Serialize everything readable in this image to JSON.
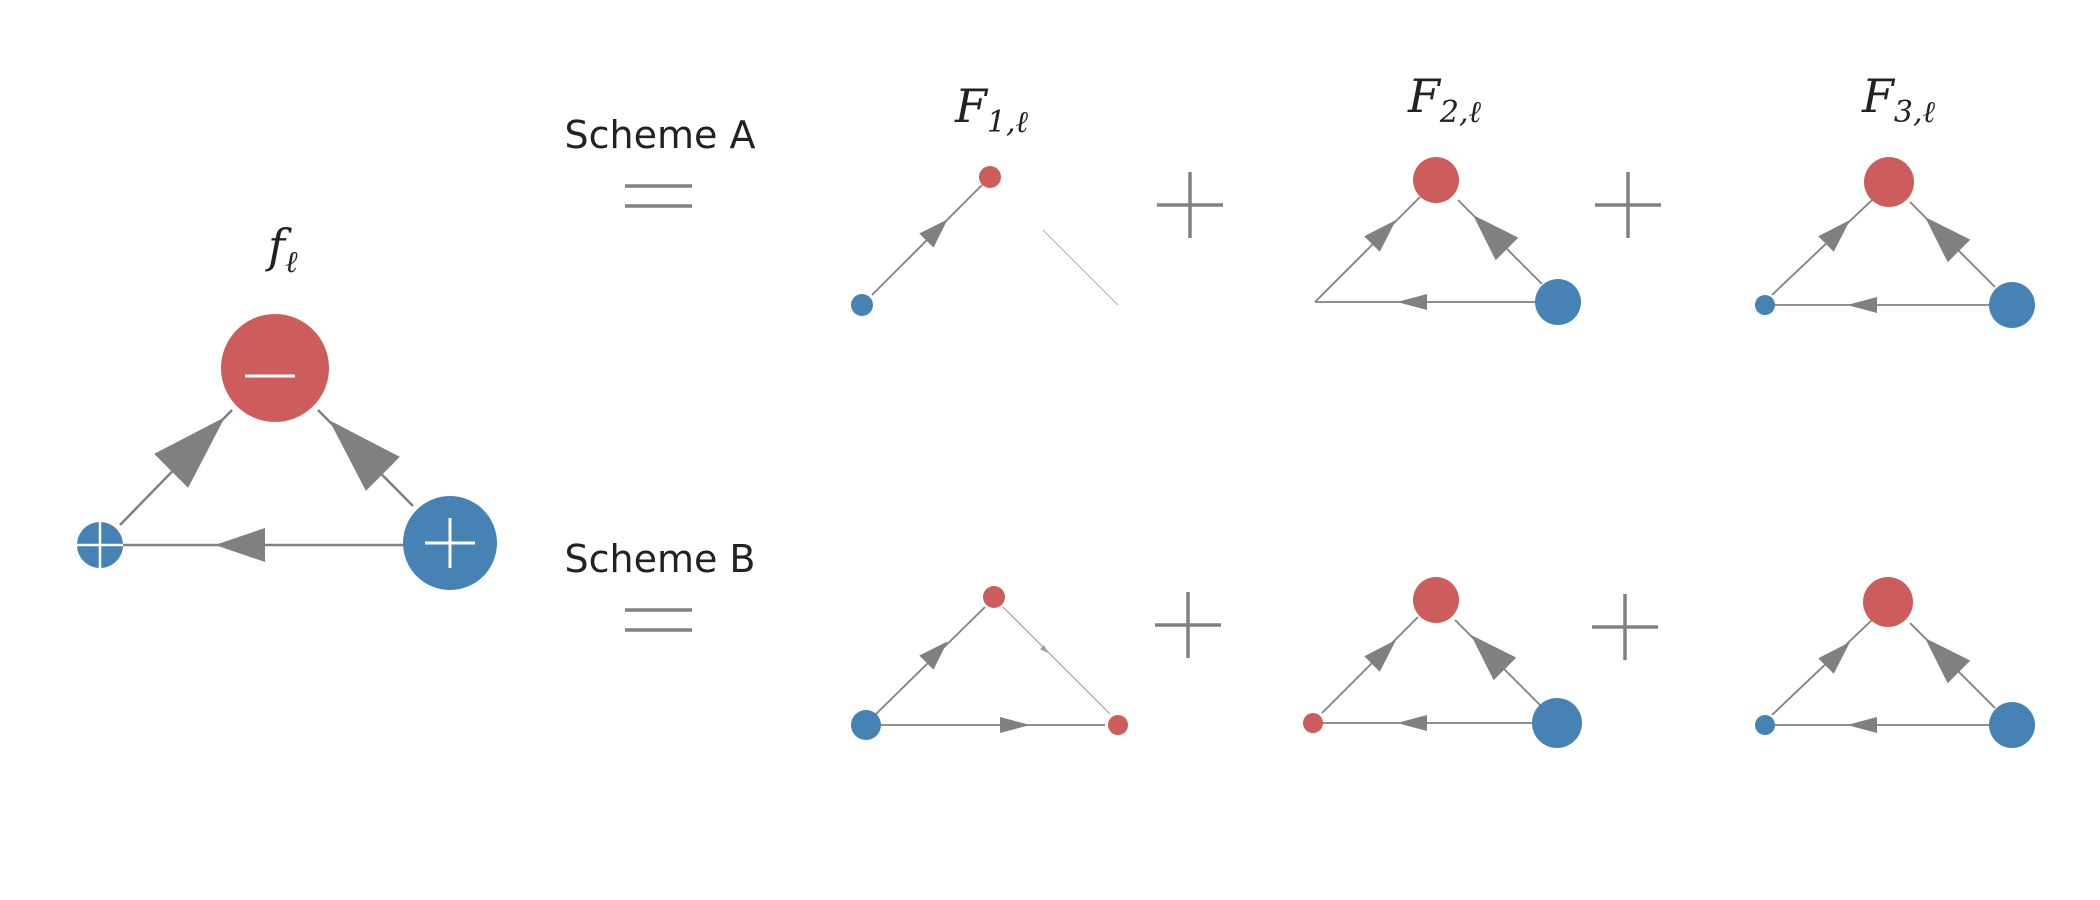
{
  "colors": {
    "red": "#cd5c5c",
    "blue": "#4682b4",
    "gray": "#808080",
    "text": "#222222"
  },
  "labels": {
    "f_main": {
      "base": "f",
      "sub": "ℓ"
    },
    "F1": {
      "base": "F",
      "sub": "1,ℓ"
    },
    "F2": {
      "base": "F",
      "sub": "2,ℓ"
    },
    "F3": {
      "base": "F",
      "sub": "3,ℓ"
    },
    "scheme_a": "Scheme A",
    "scheme_b": "Scheme B"
  },
  "symbols": {
    "equals": "equals-sign",
    "plus": "plus-sign",
    "minus_node_mark": "minus-icon",
    "plus_node_mark": "plus-icon"
  }
}
